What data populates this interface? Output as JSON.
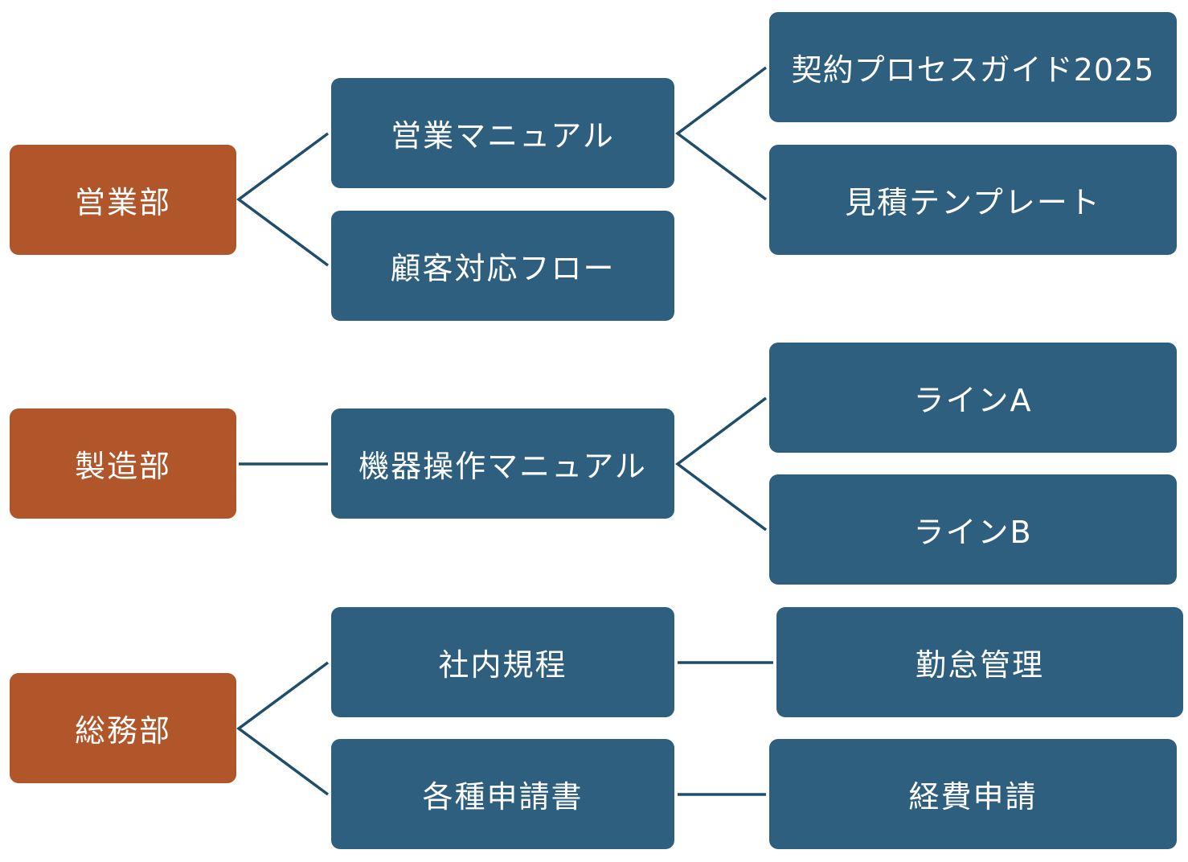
{
  "colors": {
    "department_fill": "#b1552a",
    "document_fill": "#2f5f7f",
    "connector": "#1f4e6b",
    "text": "#ffffff"
  },
  "departments": {
    "sales": "営業部",
    "manufacturing": "製造部",
    "general_affairs": "総務部"
  },
  "sales": {
    "sales_manual": "営業マニュアル",
    "customer_flow": "顧客対応フロー",
    "contract_guide": "契約プロセスガイド2025",
    "estimate_template": "見積テンプレート"
  },
  "manufacturing": {
    "equipment_manual": "機器操作マニュアル",
    "line_a": "ラインA",
    "line_b": "ラインB"
  },
  "general_affairs": {
    "internal_rules": "社内規程",
    "application_forms": "各種申請書",
    "attendance": "勤怠管理",
    "expense": "経費申請"
  }
}
